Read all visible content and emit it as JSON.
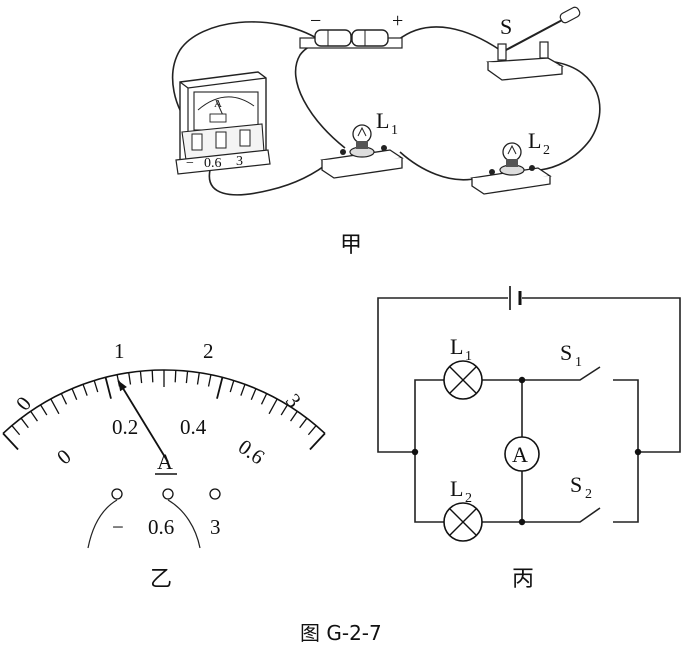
{
  "panel_jia": {
    "caption": "甲",
    "battery_neg": "−",
    "battery_pos": "+",
    "switch_label": "S",
    "lamp1_label": "L",
    "lamp1_sub": "1",
    "lamp2_label": "L",
    "lamp2_sub": "2",
    "ammeter_face_label": "A",
    "ammeter_terminals": [
      "−",
      "0.6",
      "3"
    ]
  },
  "panel_yi": {
    "caption": "乙",
    "upper_scale_labels": [
      "0",
      "1",
      "2",
      "3"
    ],
    "lower_scale_labels": [
      "0",
      "0.2",
      "0.4",
      "0.6"
    ],
    "meter_symbol": "A",
    "terminal_labels": [
      "−",
      "0.6",
      "3"
    ],
    "scale_min": 0,
    "scale_max": 0.6,
    "needle_reading": 0.22
  },
  "panel_bing": {
    "caption": "丙",
    "lamp1_label": "L",
    "lamp1_sub": "1",
    "lamp2_label": "L",
    "lamp2_sub": "2",
    "switch1_label": "S",
    "switch1_sub": "1",
    "switch2_label": "S",
    "switch2_sub": "2",
    "ammeter_symbol": "A"
  },
  "figure_caption": "图 G-2-7"
}
